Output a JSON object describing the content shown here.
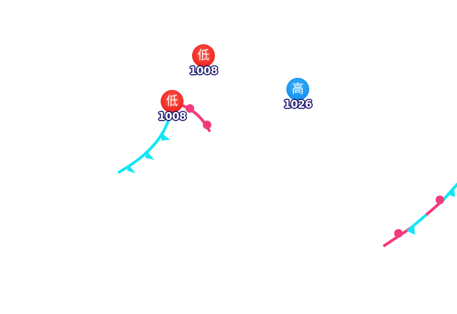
{
  "colors": {
    "cold_front": "#13e6f5",
    "warm_front": "#f23a7e",
    "low": "#e81010",
    "high": "#0a86e6",
    "label_outline": "#15126a"
  },
  "pressure_centers": [
    {
      "type": "low",
      "symbol": "低",
      "value": "1008"
    },
    {
      "type": "low",
      "symbol": "低",
      "value": "1008"
    },
    {
      "type": "high",
      "symbol": "高",
      "value": "1026"
    }
  ],
  "fronts": [
    {
      "type": "cold-front",
      "icon": "triangle-barbs"
    },
    {
      "type": "warm-front",
      "icon": "semicircle-barbs"
    },
    {
      "type": "stationary-front",
      "icon": "alternating-barbs"
    }
  ]
}
